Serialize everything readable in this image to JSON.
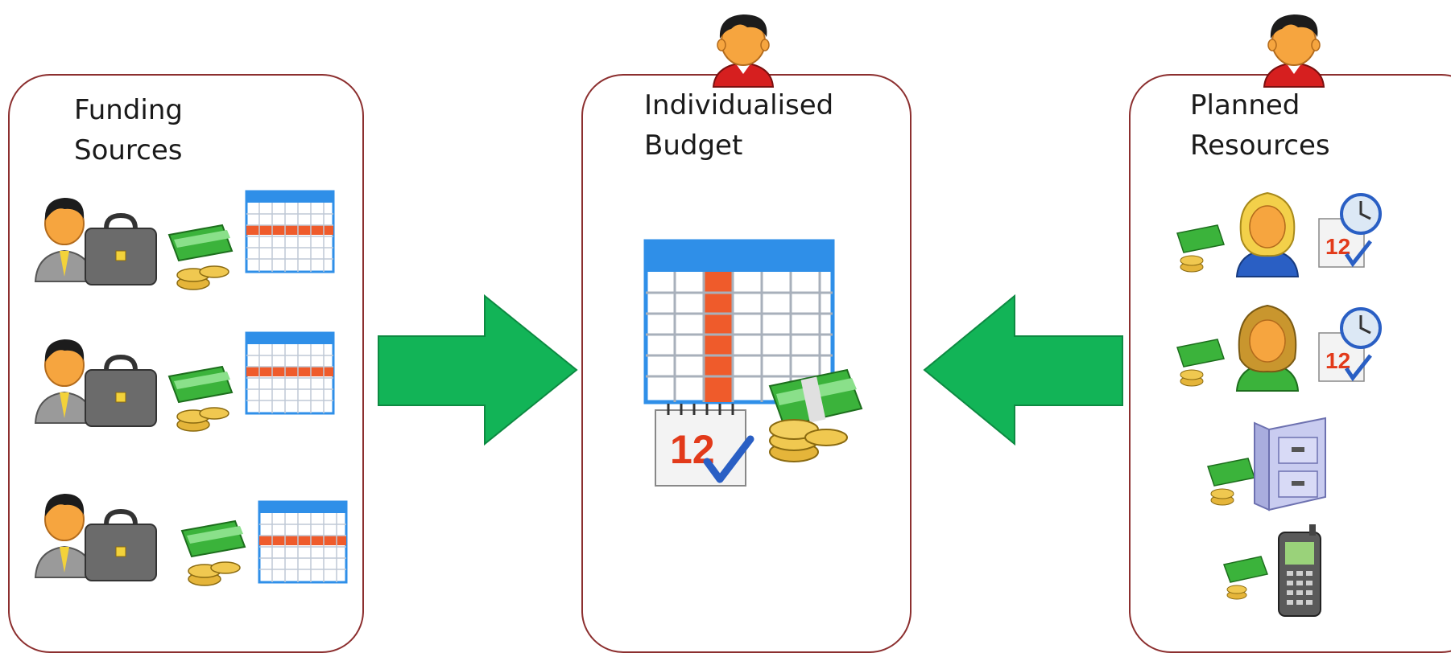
{
  "panels": {
    "funding": {
      "title_line1": "Funding",
      "title_line2": "Sources"
    },
    "budget": {
      "title_line1": "Individualised",
      "title_line2": "Budget"
    },
    "resources": {
      "title_line1": "Planned",
      "title_line2": "Resources"
    }
  },
  "icons": {
    "calendar_day": "12"
  },
  "colors": {
    "panel_border": "#8c2f2f",
    "arrow_green": "#12b457",
    "calendar_blue": "#2f8fe8",
    "calendar_highlight": "#ef5b2b",
    "money_green": "#3bb33b",
    "coin_gold": "#e5b53a",
    "person_shirt_red": "#d61f1f"
  }
}
